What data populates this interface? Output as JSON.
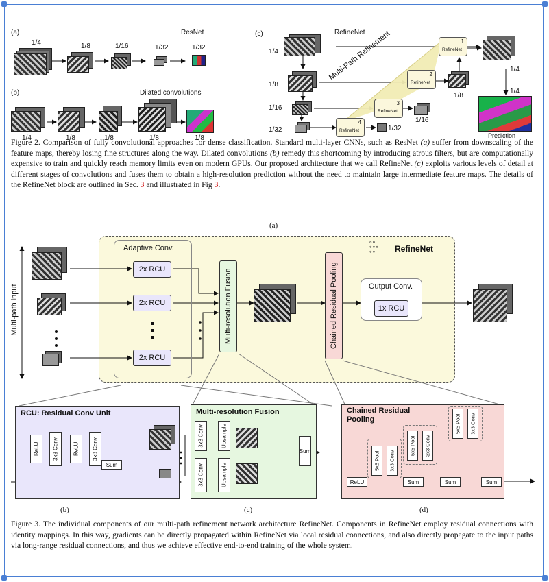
{
  "fig2": {
    "panel_a": "(a)",
    "panel_b": "(b)",
    "panel_c": "(c)",
    "resnet": "ResNet",
    "dilated": "Dilated convolutions",
    "refinenet_title": "RefineNet",
    "a_scales": [
      "1/4",
      "1/8",
      "1/16",
      "1/32",
      "1/32"
    ],
    "b_scales": [
      "1/4",
      "1/8",
      "1/8",
      "1/8",
      "1/8"
    ],
    "c_left_scales": [
      "1/4",
      "1/8",
      "1/16",
      "1/32"
    ],
    "c_right_scales": [
      "1/4",
      "1/4",
      "1/8",
      "1/16",
      "1/32"
    ],
    "multi_path": "Multi-Path Refinement",
    "block_label": "RefineNet",
    "block_numbers": [
      "1",
      "2",
      "3",
      "4"
    ],
    "prediction": "Prediction",
    "caption_prefix": "Figure 2. Comparison of fully convolutional approaches for dense classification. Standard multi-layer CNNs, such as ResNet ",
    "caption_a": "(a)",
    "caption_mid1": " suffer from downscaling of the feature maps, thereby losing fine structures along the way. Dilated convolutions ",
    "caption_b": "(b)",
    "caption_mid2": " remedy this shortcoming by introducing atrous filters, but are computationally expensive to train and quickly reach memory limits even on modern GPUs. Our proposed architecture that we call RefineNet ",
    "caption_c": "(c)",
    "caption_mid3": " exploits various levels of detail at different stages of convolutions and fuses them to obtain a high-resolution prediction without the need to maintain large intermediate feature maps. The details of the RefineNet block are outlined in Sec. ",
    "caption_ref1": "3",
    "caption_mid4": " and illustrated in Fig ",
    "caption_ref2": "3",
    "caption_end": "."
  },
  "fig3": {
    "panel_a": "(a)",
    "multi_path_input": "Multi-path input",
    "adaptive_conv": "Adaptive Conv.",
    "rcu2x": "2x RCU",
    "mrf": "Multi-resolution Fusion",
    "crp": "Chained Residual Pooling",
    "output_conv": "Output Conv.",
    "rcu1x": "1x RCU",
    "refinenet": "RefineNet",
    "rcu_title": "RCU: Residual Conv Unit",
    "relu": "ReLU",
    "conv3": "3x3 Conv",
    "sum": "Sum",
    "mrf_title": "Multi-resolution Fusion",
    "upsample": "Upsample",
    "crp_title_1": "Chained Residual",
    "crp_title_2": "Pooling",
    "pool5": "5x5 Pool",
    "panel_b": "(b)",
    "panel_c": "(c)",
    "panel_d": "(d)",
    "caption": "Figure 3. The individual components of our multi-path refinement network architecture RefineNet. Components in RefineNet employ residual connections with identity mappings. In this way, gradients can be directly propagated within RefineNet via local residual connections, and also directly propagate to the input paths via long-range residual connections, and thus we achieve effective end-to-end training of the whole system."
  }
}
